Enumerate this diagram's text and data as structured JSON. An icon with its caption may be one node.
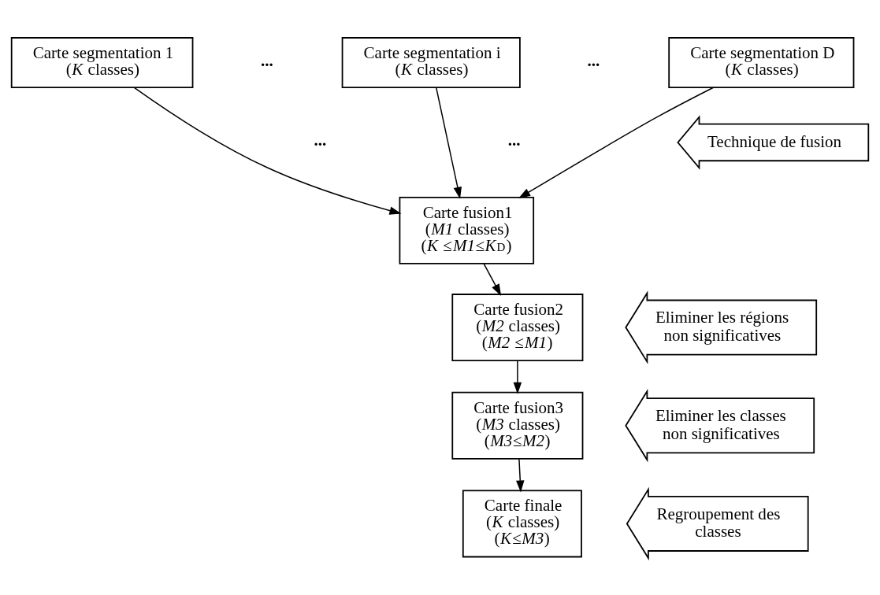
{
  "diagram": {
    "nodes": [
      {
        "text": [
          "Carte segmentation 1",
          "(*K* classes)"
        ]
      },
      {
        "text": [
          "Carte segmentation i",
          "(*K* classes)"
        ]
      },
      {
        "text": [
          "Carte segmentation D",
          "(*K* classes)"
        ]
      },
      {
        "text": [
          "Carte fusion1",
          "(*M1* classes)",
          "(*K* ≤*M1*≤*K*$^{D}$)"
        ]
      },
      {
        "text": [
          "Carte fusion2",
          "(*M2* classes)",
          "(*M2* ≤*M1*)"
        ]
      },
      {
        "text": [
          "Carte fusion3",
          "(*M3* classes)",
          "(*M3*≤*M2*)"
        ]
      },
      {
        "text": [
          "Carte finale",
          "(*K* classes)",
          "(*K*≤*M3*)"
        ]
      },
      {
        "text": [
          "Technique de fusion"
        ]
      },
      {
        "text": [
          "Eliminer les régions non significatives"
        ]
      },
      {
        "text": [
          "Eliminer les classes non significatives"
        ]
      },
      {
        "text": [
          "Regroupement des classes"
        ]
      }
    ],
    "edges": [
      {
        "from": 0,
        "to": 3,
        "arrow": "to"
      },
      {
        "from": 1,
        "to": 3,
        "arrow": "to"
      },
      {
        "from": 2,
        "to": 3,
        "arrow": "to"
      },
      {
        "from": 3,
        "to": 4,
        "arrow": "to"
      },
      {
        "from": 4,
        "to": 5,
        "arrow": "to"
      },
      {
        "from": 5,
        "to": 6,
        "arrow": "to"
      }
    ],
    "labels": [
      "...",
      "...",
      "...",
      "..."
    ]
  }
}
